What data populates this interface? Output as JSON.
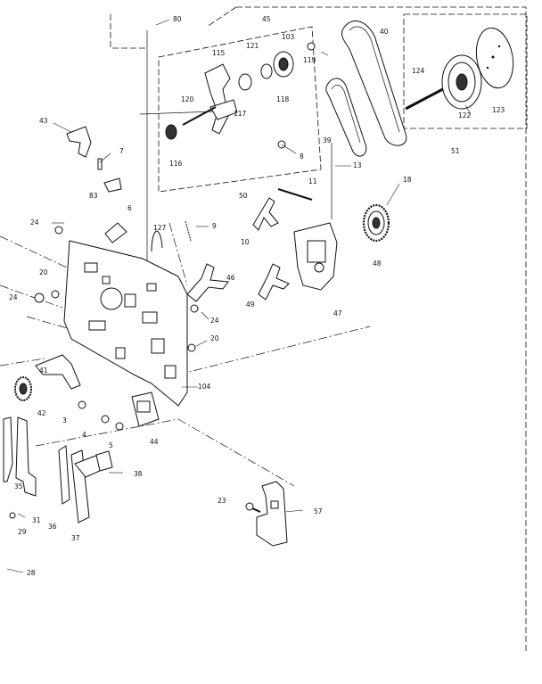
{
  "callouts": [
    {
      "id": "c80",
      "label": "80"
    },
    {
      "id": "c45",
      "label": "45"
    },
    {
      "id": "c103",
      "label": "103"
    },
    {
      "id": "c40",
      "label": "40"
    },
    {
      "id": "c115",
      "label": "115"
    },
    {
      "id": "c121",
      "label": "121"
    },
    {
      "id": "c119",
      "label": "119"
    },
    {
      "id": "c124",
      "label": "124"
    },
    {
      "id": "c122",
      "label": "122"
    },
    {
      "id": "c123",
      "label": "123"
    },
    {
      "id": "c51",
      "label": "51"
    },
    {
      "id": "c120",
      "label": "120"
    },
    {
      "id": "c117",
      "label": "117"
    },
    {
      "id": "c118",
      "label": "118"
    },
    {
      "id": "c39",
      "label": "39"
    },
    {
      "id": "c13",
      "label": "13"
    },
    {
      "id": "c43",
      "label": "43"
    },
    {
      "id": "c116",
      "label": "116"
    },
    {
      "id": "c7",
      "label": "7"
    },
    {
      "id": "c8",
      "label": "8"
    },
    {
      "id": "c18",
      "label": "18"
    },
    {
      "id": "c11",
      "label": "11"
    },
    {
      "id": "c83",
      "label": "83"
    },
    {
      "id": "c50",
      "label": "50"
    },
    {
      "id": "c6",
      "label": "6"
    },
    {
      "id": "c24a",
      "label": "24"
    },
    {
      "id": "c127",
      "label": "127"
    },
    {
      "id": "c9",
      "label": "9"
    },
    {
      "id": "c10",
      "label": "10"
    },
    {
      "id": "c48",
      "label": "48"
    },
    {
      "id": "c20a",
      "label": "20"
    },
    {
      "id": "c46",
      "label": "46"
    },
    {
      "id": "c24b",
      "label": "24"
    },
    {
      "id": "c49",
      "label": "49"
    },
    {
      "id": "c47a",
      "label": "47"
    },
    {
      "id": "c24c",
      "label": "24"
    },
    {
      "id": "c20b",
      "label": "20"
    },
    {
      "id": "c41",
      "label": "41"
    },
    {
      "id": "c104",
      "label": "104"
    },
    {
      "id": "c42",
      "label": "42"
    },
    {
      "id": "c3",
      "label": "3"
    },
    {
      "id": "c4",
      "label": "4"
    },
    {
      "id": "c5",
      "label": "5"
    },
    {
      "id": "c44",
      "label": "44"
    },
    {
      "id": "c38",
      "label": "38"
    },
    {
      "id": "c35",
      "label": "35"
    },
    {
      "id": "c31",
      "label": "31"
    },
    {
      "id": "c29",
      "label": "29"
    },
    {
      "id": "c36",
      "label": "36"
    },
    {
      "id": "c37",
      "label": "37"
    },
    {
      "id": "c23",
      "label": "23"
    },
    {
      "id": "c57",
      "label": "57"
    },
    {
      "id": "c28",
      "label": "28"
    }
  ]
}
